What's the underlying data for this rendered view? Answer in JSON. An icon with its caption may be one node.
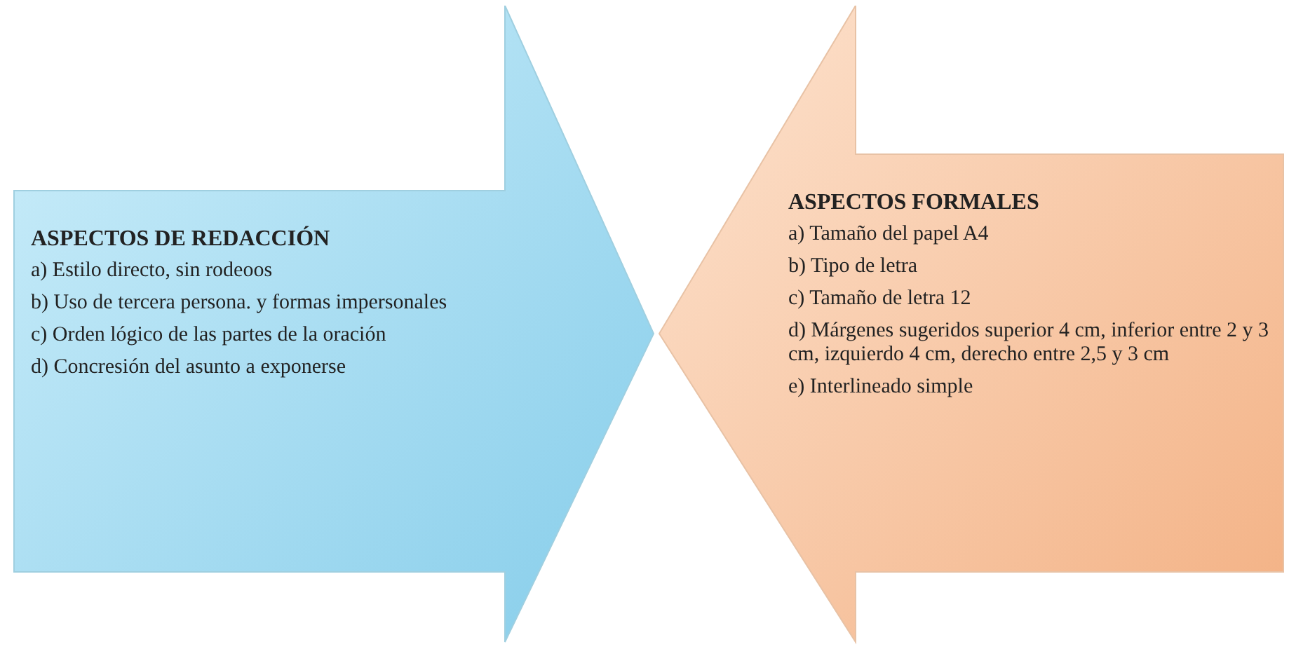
{
  "diagram": {
    "nodes": [
      {
        "text": [
          "ASPECTOS DE REDACCIÓN",
          "a)   Estilo directo, sin rodeoos",
          "b) Uso de tercera persona. y formas impersonales",
          "c) Orden lógico de las partes de la oración",
          "d) Concresión del asunto a exponerse"
        ]
      },
      {
        "text": [
          "ASPECTOS FORMALES",
          "a) Tamaño del papel A4",
          "b) Tipo de letra",
          "c) Tamaño de letra 12",
          "d) Márgenes sugeridos superior 4 cm, inferior entre 2 y 3 cm, izquierdo 4 cm, derecho entre 2,5 y 3 cm",
          "e) Interlineado simple"
        ]
      }
    ]
  }
}
